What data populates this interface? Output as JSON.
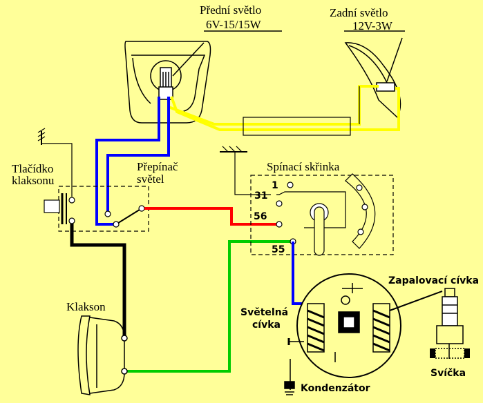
{
  "labels": {
    "headlight_title": "Přední světlo",
    "headlight_spec": "6V-15/15W",
    "taillight_title": "Zadní světlo",
    "taillight_spec": "12V-3W",
    "horn_button_line1": "Tlačídko",
    "horn_button_line2": "klaksonu",
    "light_switch_line1": "Přepínač",
    "light_switch_line2": "světel",
    "switch_box": "Spínací skřinka",
    "horn": "Klakson",
    "light_coil_line1": "Světelná",
    "light_coil_line2": "cívka",
    "ignition_coil": "Zapalovací cívka",
    "spark_plug": "Svíčka",
    "condenser": "Kondenzátor"
  },
  "terminals": {
    "t1": "1",
    "t31": "31",
    "t56": "56",
    "t55": "55"
  },
  "wire_colors": {
    "blue": "#0000FF",
    "yellow": "#FFFF00",
    "red": "#FF0000",
    "green": "#00CC00",
    "black": "#000000"
  }
}
